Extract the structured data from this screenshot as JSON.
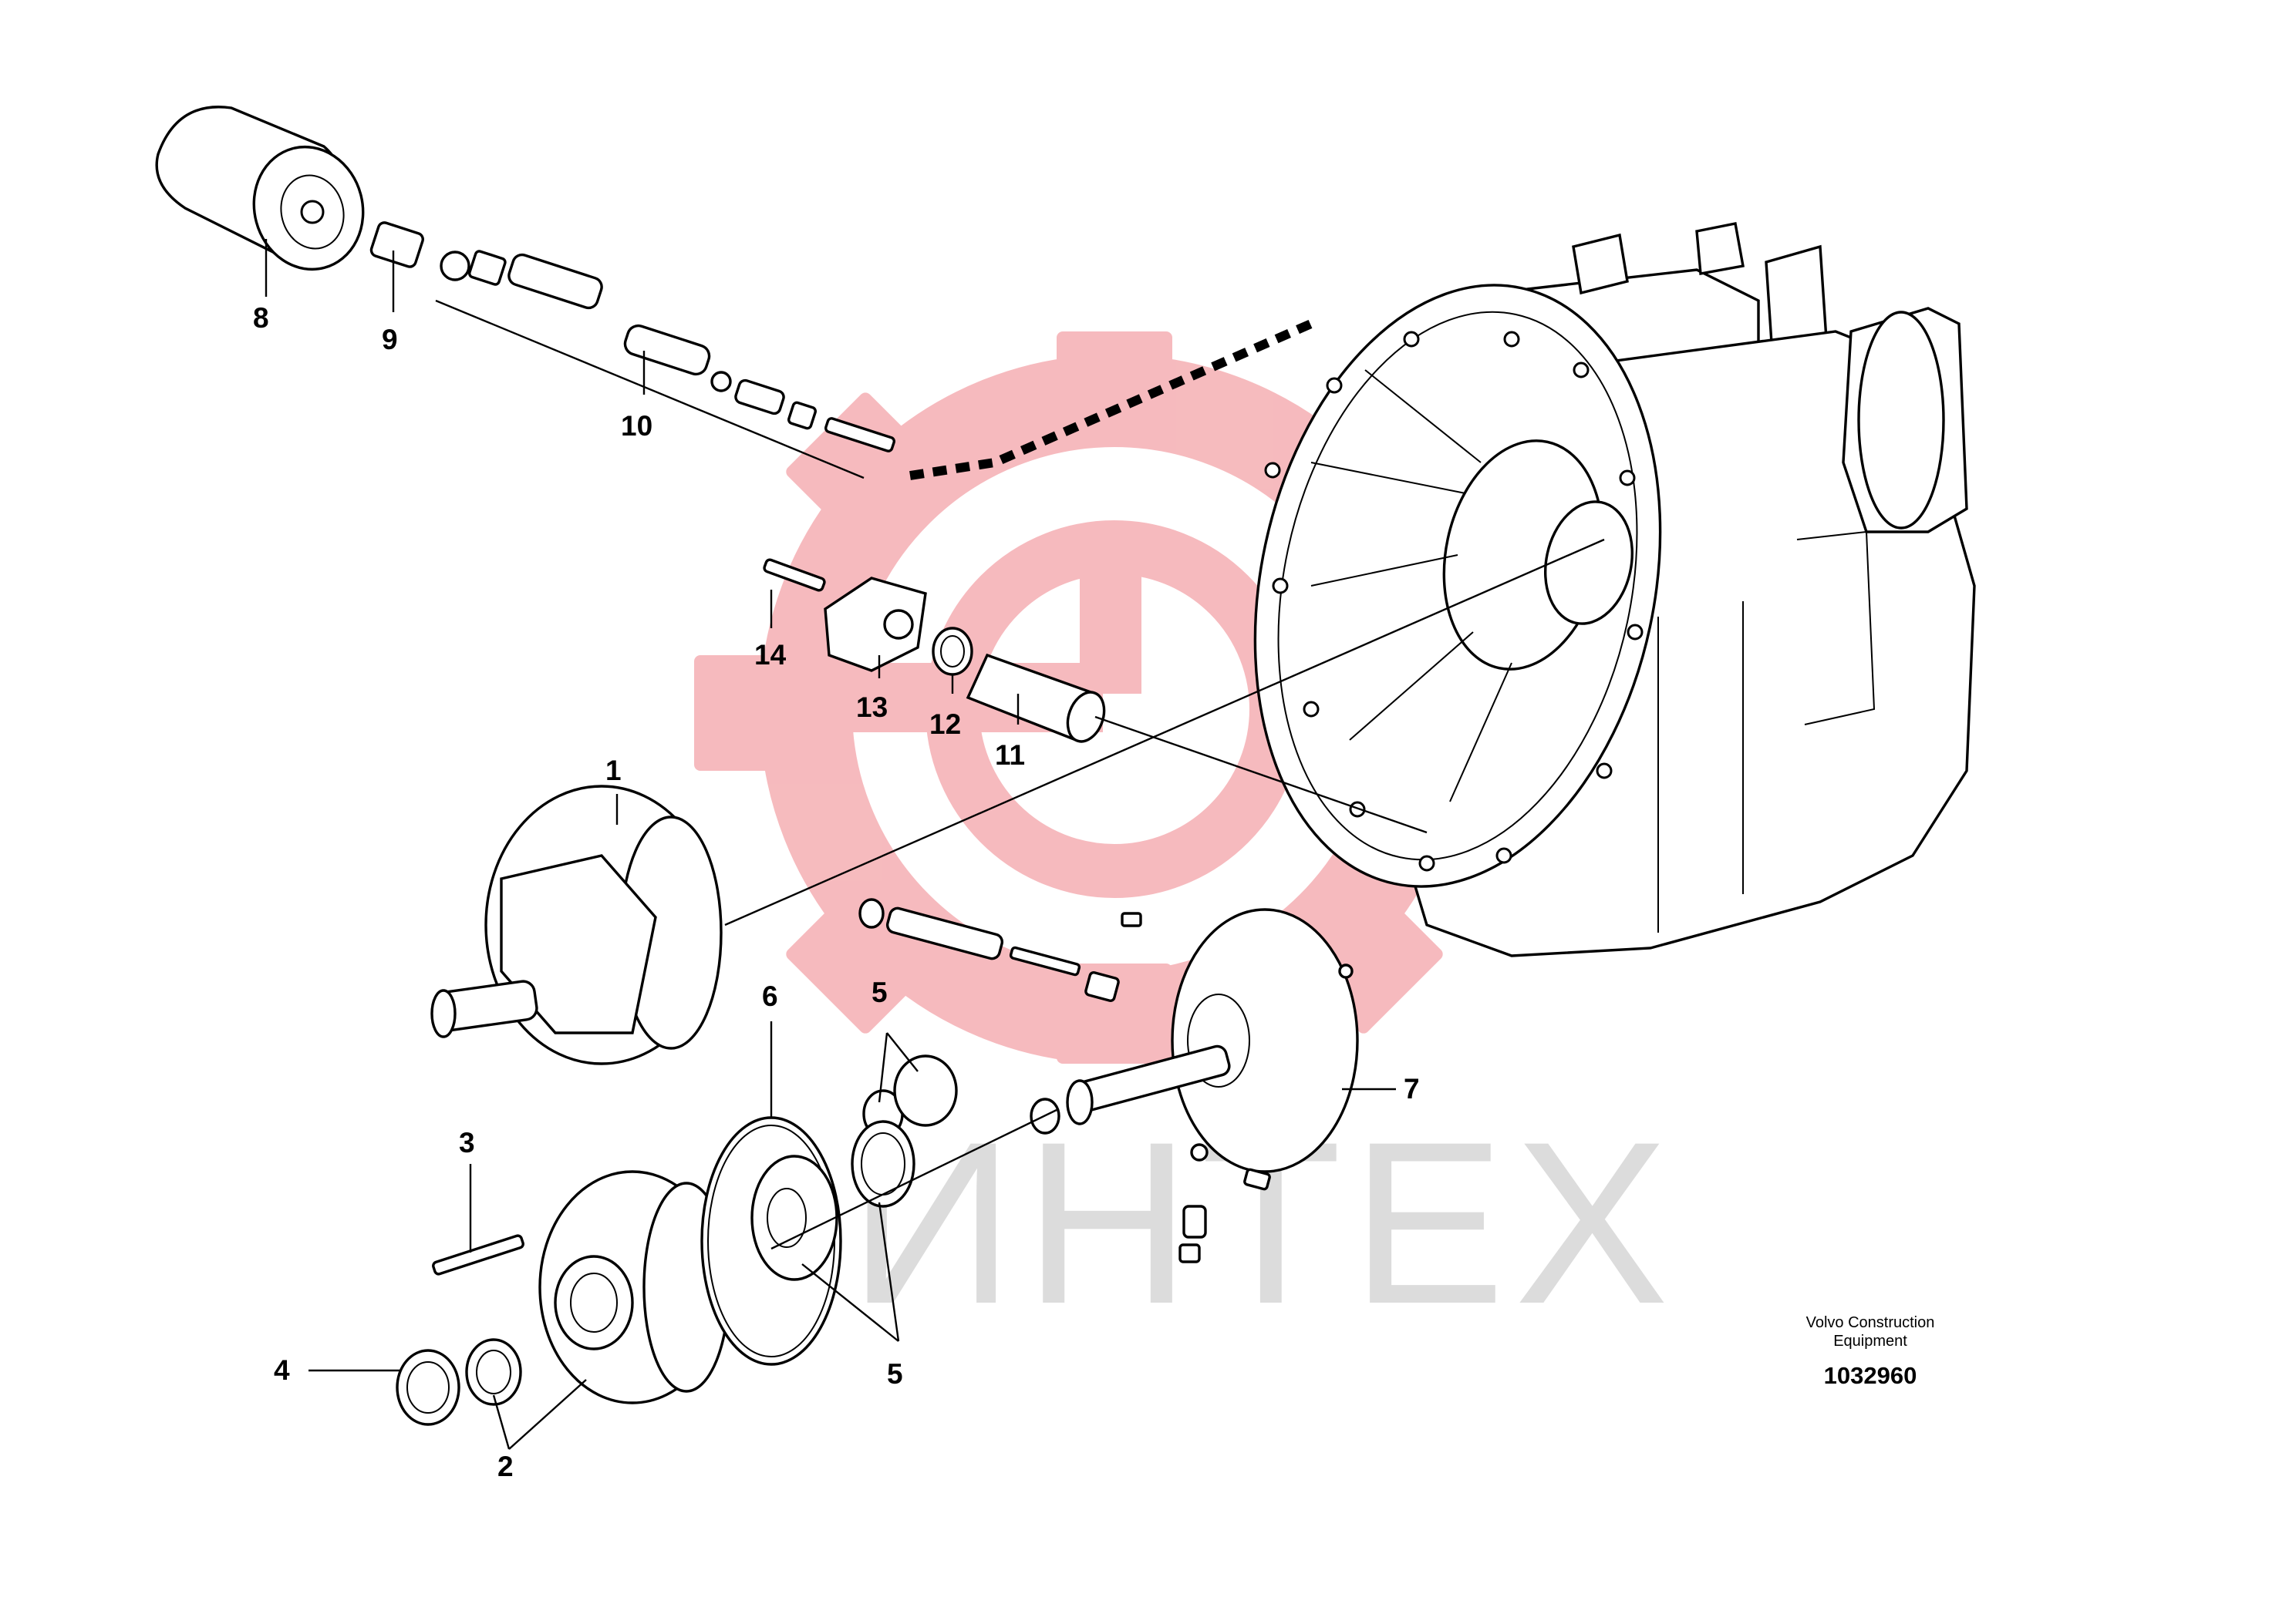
{
  "watermark": {
    "text": "ИНТЕХ",
    "gear_color": "#f6b7bb",
    "text_color": "#dcdcdc"
  },
  "callouts": {
    "c1": "1",
    "c2": "2",
    "c3": "3",
    "c4": "4",
    "c5a": "5",
    "c5b": "5",
    "c6": "6",
    "c7": "7",
    "c8": "8",
    "c9": "9",
    "c10": "10",
    "c11": "11",
    "c12": "12",
    "c13": "13",
    "c14": "14"
  },
  "footer": {
    "maker_line1": "Volvo Construction",
    "maker_line2": "Equipment",
    "drawing_number": "1032960"
  }
}
